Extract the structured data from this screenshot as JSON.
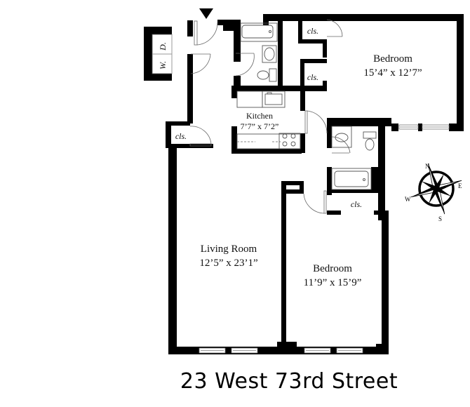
{
  "floor_plan": {
    "address": "23 West 73rd Street",
    "entry_marker": "entry-arrow",
    "rooms": [
      {
        "id": "living-room",
        "name": "Living Room",
        "dimensions": "12’5” x 23’1”"
      },
      {
        "id": "bedroom-1",
        "name": "Bedroom",
        "dimensions": "15’4” x 12’7”"
      },
      {
        "id": "bedroom-2",
        "name": "Bedroom",
        "dimensions": "11’9” x 15’9”"
      },
      {
        "id": "kitchen",
        "name": "Kitchen",
        "dimensions": "7’7” x 7’2”"
      }
    ],
    "closets": [
      "cls.",
      "cls.",
      "cls.",
      "cls."
    ],
    "laundry": {
      "washer": "W.",
      "dryer": "D."
    },
    "compass": {
      "n": "N",
      "e": "E",
      "s": "S",
      "w": "W"
    }
  }
}
